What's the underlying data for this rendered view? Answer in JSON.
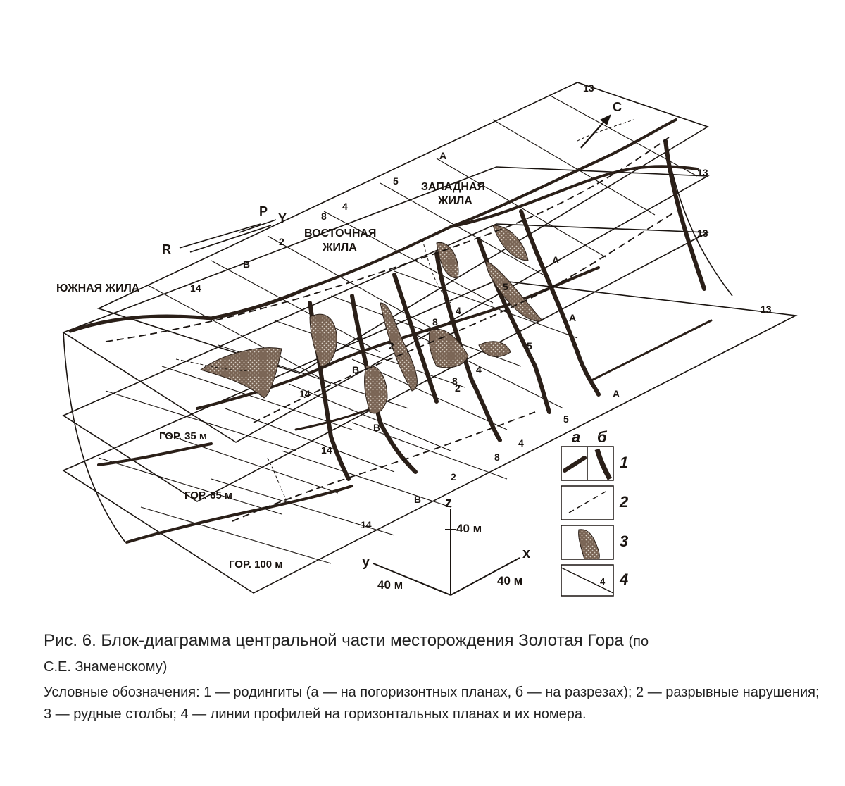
{
  "diagram": {
    "veins": {
      "south": "ЮЖНАЯ ЖИЛА",
      "east_1": "ВОСТОЧНАЯ",
      "east_2": "ЖИЛА",
      "west_1": "ЗАПАДНАЯ",
      "west_2": "ЖИЛА"
    },
    "levels": [
      "ГОР. 35 м",
      "ГОР. 65 м",
      "ГОР. 100 м"
    ],
    "north": "С",
    "orientation": {
      "r": "R",
      "p": "P",
      "y": "Y"
    },
    "profiles": {
      "top": [
        "14",
        "В",
        "2",
        "8",
        "4",
        "5",
        "А",
        "13"
      ],
      "second": [
        "14",
        "В",
        "2",
        "8",
        "4",
        "5",
        "А",
        "13"
      ],
      "third": [
        "14",
        "В",
        "2",
        "8",
        "4",
        "5",
        "А",
        "13"
      ],
      "bottom": [
        "14",
        "В",
        "2",
        "8",
        "4",
        "5",
        "А",
        "13"
      ]
    },
    "axes": {
      "z": "z",
      "z_scale": "40 м",
      "y": "y",
      "y_scale": "40 м",
      "x": "x",
      "x_scale": "40 м"
    },
    "legend": {
      "col_a": "а",
      "col_b": "б",
      "n1": "1",
      "n2": "2",
      "n3": "3",
      "n4": "4",
      "box4": "4"
    },
    "colors": {
      "line": "#1a1410",
      "fill": "#7a6555",
      "vein": "#2a1f18"
    }
  },
  "caption": {
    "title": "Рис. 6. Блок-диаграмма центральной части месторождения Золотая Гора",
    "source_1": "(по",
    "source_2": "С.Е. Знаменскому)",
    "legend_text": "Условные обозначения: 1 — родингиты (а — на погоризонтных планах, б — на разрезах); 2 — разрывные нарушения; 3 — рудные столбы; 4 — линии профилей на горизонтальных планах и их номера."
  }
}
